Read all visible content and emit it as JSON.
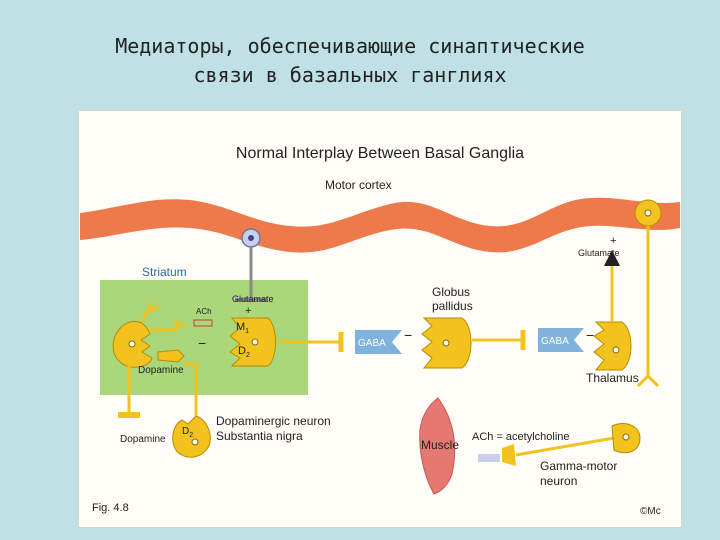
{
  "slide": {
    "title_line1": "Медиаторы, обеспечивающие синаптические",
    "title_line2": "связи в базальных ганглиях"
  },
  "diagram": {
    "heading": "Normal Interplay Between Basal Ganglia",
    "motor_cortex": "Motor cortex",
    "striatum": "Striatum",
    "glutamate_left": "Glutamate",
    "glutamate_right": "Glutamate",
    "ach_small": "ACh",
    "m1": "M",
    "m1_sub": "1",
    "d2": "D",
    "d2_sub": "2",
    "d2_lower": "D",
    "d2_lower_sub": "2",
    "dopamine_inner": "Dopamine",
    "dopamine_outer": "Dopamine",
    "dopaminergic_neuron_line1": "Dopaminergic neuron",
    "dopaminergic_neuron_line2": "Substantia  nigra",
    "globus_pallidus_line1": "Globus",
    "globus_pallidus_line2": "pallidus",
    "gaba_left": "GABA",
    "gaba_right": "GABA",
    "thalamus": "Thalamus",
    "muscle": "Muscle",
    "ach_legend": "ACh = acetylcholine",
    "gamma_motor_line1": "Gamma-motor",
    "gamma_motor_line2": "neuron",
    "fig_label": "Fig. 4.8",
    "corner_label": "©Mc",
    "sign_plus": "+",
    "sign_minus": "−"
  },
  "colors": {
    "background": "#bfe0e4",
    "cortex": "#ee7a4c",
    "neuron": "#f2c21f",
    "neuron_outline": "#b98a00",
    "striatum_box": "#a9d779",
    "receptor": "#7fb2dc",
    "muscle": "#e67872",
    "striatum_text": "#2b6aa3"
  },
  "icons": [
    "cortex-band",
    "neuron-soma",
    "synapse-terminal",
    "receptor-cup",
    "muscle-fiber",
    "arrow-head"
  ]
}
